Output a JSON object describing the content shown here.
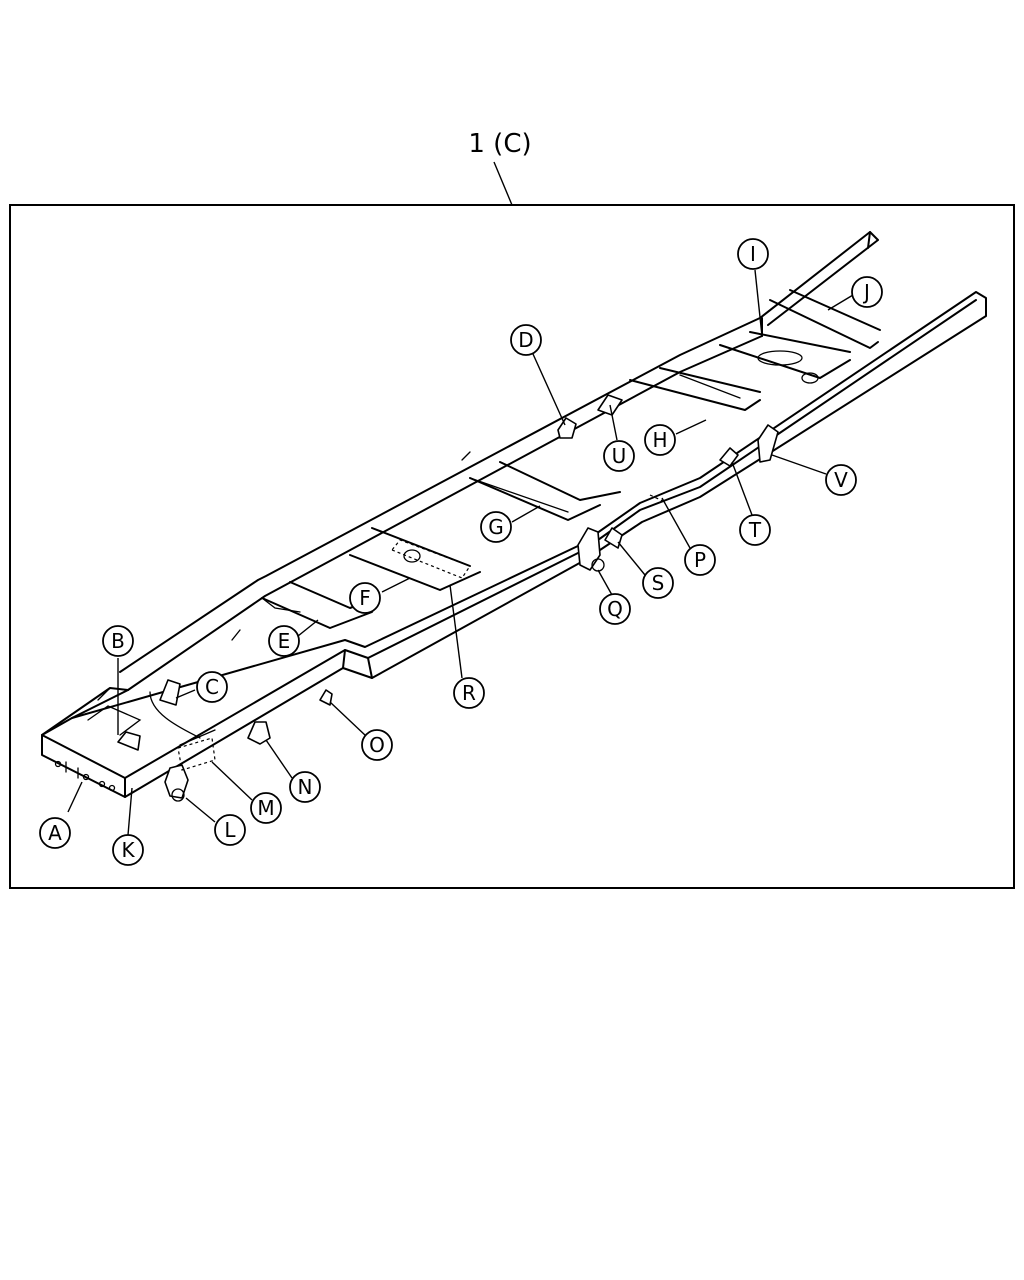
{
  "assembly_label": "1 (C)",
  "callouts": [
    {
      "id": "A",
      "label": "A"
    },
    {
      "id": "B",
      "label": "B"
    },
    {
      "id": "C",
      "label": "C"
    },
    {
      "id": "D",
      "label": "D"
    },
    {
      "id": "E",
      "label": "E"
    },
    {
      "id": "F",
      "label": "F"
    },
    {
      "id": "G",
      "label": "G"
    },
    {
      "id": "H",
      "label": "H"
    },
    {
      "id": "I",
      "label": "I"
    },
    {
      "id": "J",
      "label": "J"
    },
    {
      "id": "K",
      "label": "K"
    },
    {
      "id": "L",
      "label": "L"
    },
    {
      "id": "M",
      "label": "M"
    },
    {
      "id": "N",
      "label": "N"
    },
    {
      "id": "O",
      "label": "O"
    },
    {
      "id": "P",
      "label": "P"
    },
    {
      "id": "Q",
      "label": "Q"
    },
    {
      "id": "R",
      "label": "R"
    },
    {
      "id": "S",
      "label": "S"
    },
    {
      "id": "T",
      "label": "T"
    },
    {
      "id": "U",
      "label": "U"
    },
    {
      "id": "V",
      "label": "V"
    }
  ]
}
